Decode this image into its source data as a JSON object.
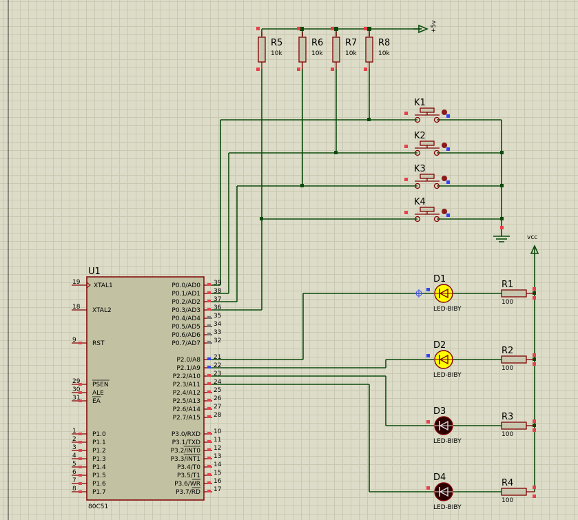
{
  "supply": {
    "plus5v": "+5v",
    "vcc": "vcc"
  },
  "pullups": [
    {
      "ref": "R5",
      "value": "10k"
    },
    {
      "ref": "R6",
      "value": "10k"
    },
    {
      "ref": "R7",
      "value": "10k"
    },
    {
      "ref": "R8",
      "value": "10k"
    }
  ],
  "switches": [
    {
      "ref": "K1"
    },
    {
      "ref": "K2"
    },
    {
      "ref": "K3"
    },
    {
      "ref": "K4"
    }
  ],
  "leds": [
    {
      "ref": "D1",
      "model": "LED-BIBY",
      "lit": true
    },
    {
      "ref": "D2",
      "model": "LED-BIBY",
      "lit": true
    },
    {
      "ref": "D3",
      "model": "LED-BIBY",
      "lit": false
    },
    {
      "ref": "D4",
      "model": "LED-BIBY",
      "lit": false
    }
  ],
  "led_resistors": [
    {
      "ref": "R1",
      "value": "100"
    },
    {
      "ref": "R2",
      "value": "100"
    },
    {
      "ref": "R3",
      "value": "100"
    },
    {
      "ref": "R4",
      "value": "100"
    }
  ],
  "mcu": {
    "ref": "U1",
    "part": "80C51",
    "left_pins": [
      {
        "num": "19",
        "name": "XTAL1",
        "clock": true
      },
      {
        "num": "18",
        "name": "XTAL2"
      },
      {
        "num": "9",
        "name": "RST"
      },
      {
        "num": "29",
        "name": "PSEN",
        "overbar": true
      },
      {
        "num": "30",
        "name": "ALE"
      },
      {
        "num": "31",
        "name": "EA",
        "overbar": true
      },
      {
        "num": "1",
        "name": "P1.0"
      },
      {
        "num": "2",
        "name": "P1.1"
      },
      {
        "num": "3",
        "name": "P1.2"
      },
      {
        "num": "4",
        "name": "P1.3"
      },
      {
        "num": "5",
        "name": "P1.4"
      },
      {
        "num": "6",
        "name": "P1.5"
      },
      {
        "num": "7",
        "name": "P1.6"
      },
      {
        "num": "8",
        "name": "P1.7"
      }
    ],
    "right_pins": [
      {
        "num": "39",
        "name": "P0.0/AD0"
      },
      {
        "num": "38",
        "name": "P0.1/AD1"
      },
      {
        "num": "37",
        "name": "P0.2/AD2"
      },
      {
        "num": "36",
        "name": "P0.3/AD3"
      },
      {
        "num": "35",
        "name": "P0.4/AD4"
      },
      {
        "num": "34",
        "name": "P0.5/AD5"
      },
      {
        "num": "33",
        "name": "P0.6/AD6"
      },
      {
        "num": "32",
        "name": "P0.7/AD7"
      },
      {
        "num": "21",
        "name": "P2.0/A8"
      },
      {
        "num": "22",
        "name": "P2.1/A9"
      },
      {
        "num": "23",
        "name": "P2.2/A10"
      },
      {
        "num": "24",
        "name": "P2.3/A11"
      },
      {
        "num": "25",
        "name": "P2.4/A12"
      },
      {
        "num": "26",
        "name": "P2.5/A13"
      },
      {
        "num": "27",
        "name": "P2.6/A14"
      },
      {
        "num": "28",
        "name": "P2.7/A15"
      },
      {
        "num": "10",
        "name": "P3.0/RXD"
      },
      {
        "num": "11",
        "name": "P3.1/TXD"
      },
      {
        "num": "12",
        "name": "P3.2/INT0",
        "overbar_part": "INT0"
      },
      {
        "num": "13",
        "name": "P3.3/INT1",
        "overbar_part": "INT1"
      },
      {
        "num": "14",
        "name": "P3.4/T0"
      },
      {
        "num": "15",
        "name": "P3.5/T1"
      },
      {
        "num": "16",
        "name": "P3.6/WR",
        "overbar_part": "WR"
      },
      {
        "num": "17",
        "name": "P3.7/RD",
        "overbar_part": "RD"
      }
    ]
  },
  "colors": {
    "background": "#dcdcc8",
    "wire": "#0b4a0b",
    "component_outline": "#800000",
    "led_on": "#ffff00",
    "led_off": "#2a0000",
    "pin_terminal": "#e8414b",
    "pin_state": "#3344ee"
  }
}
